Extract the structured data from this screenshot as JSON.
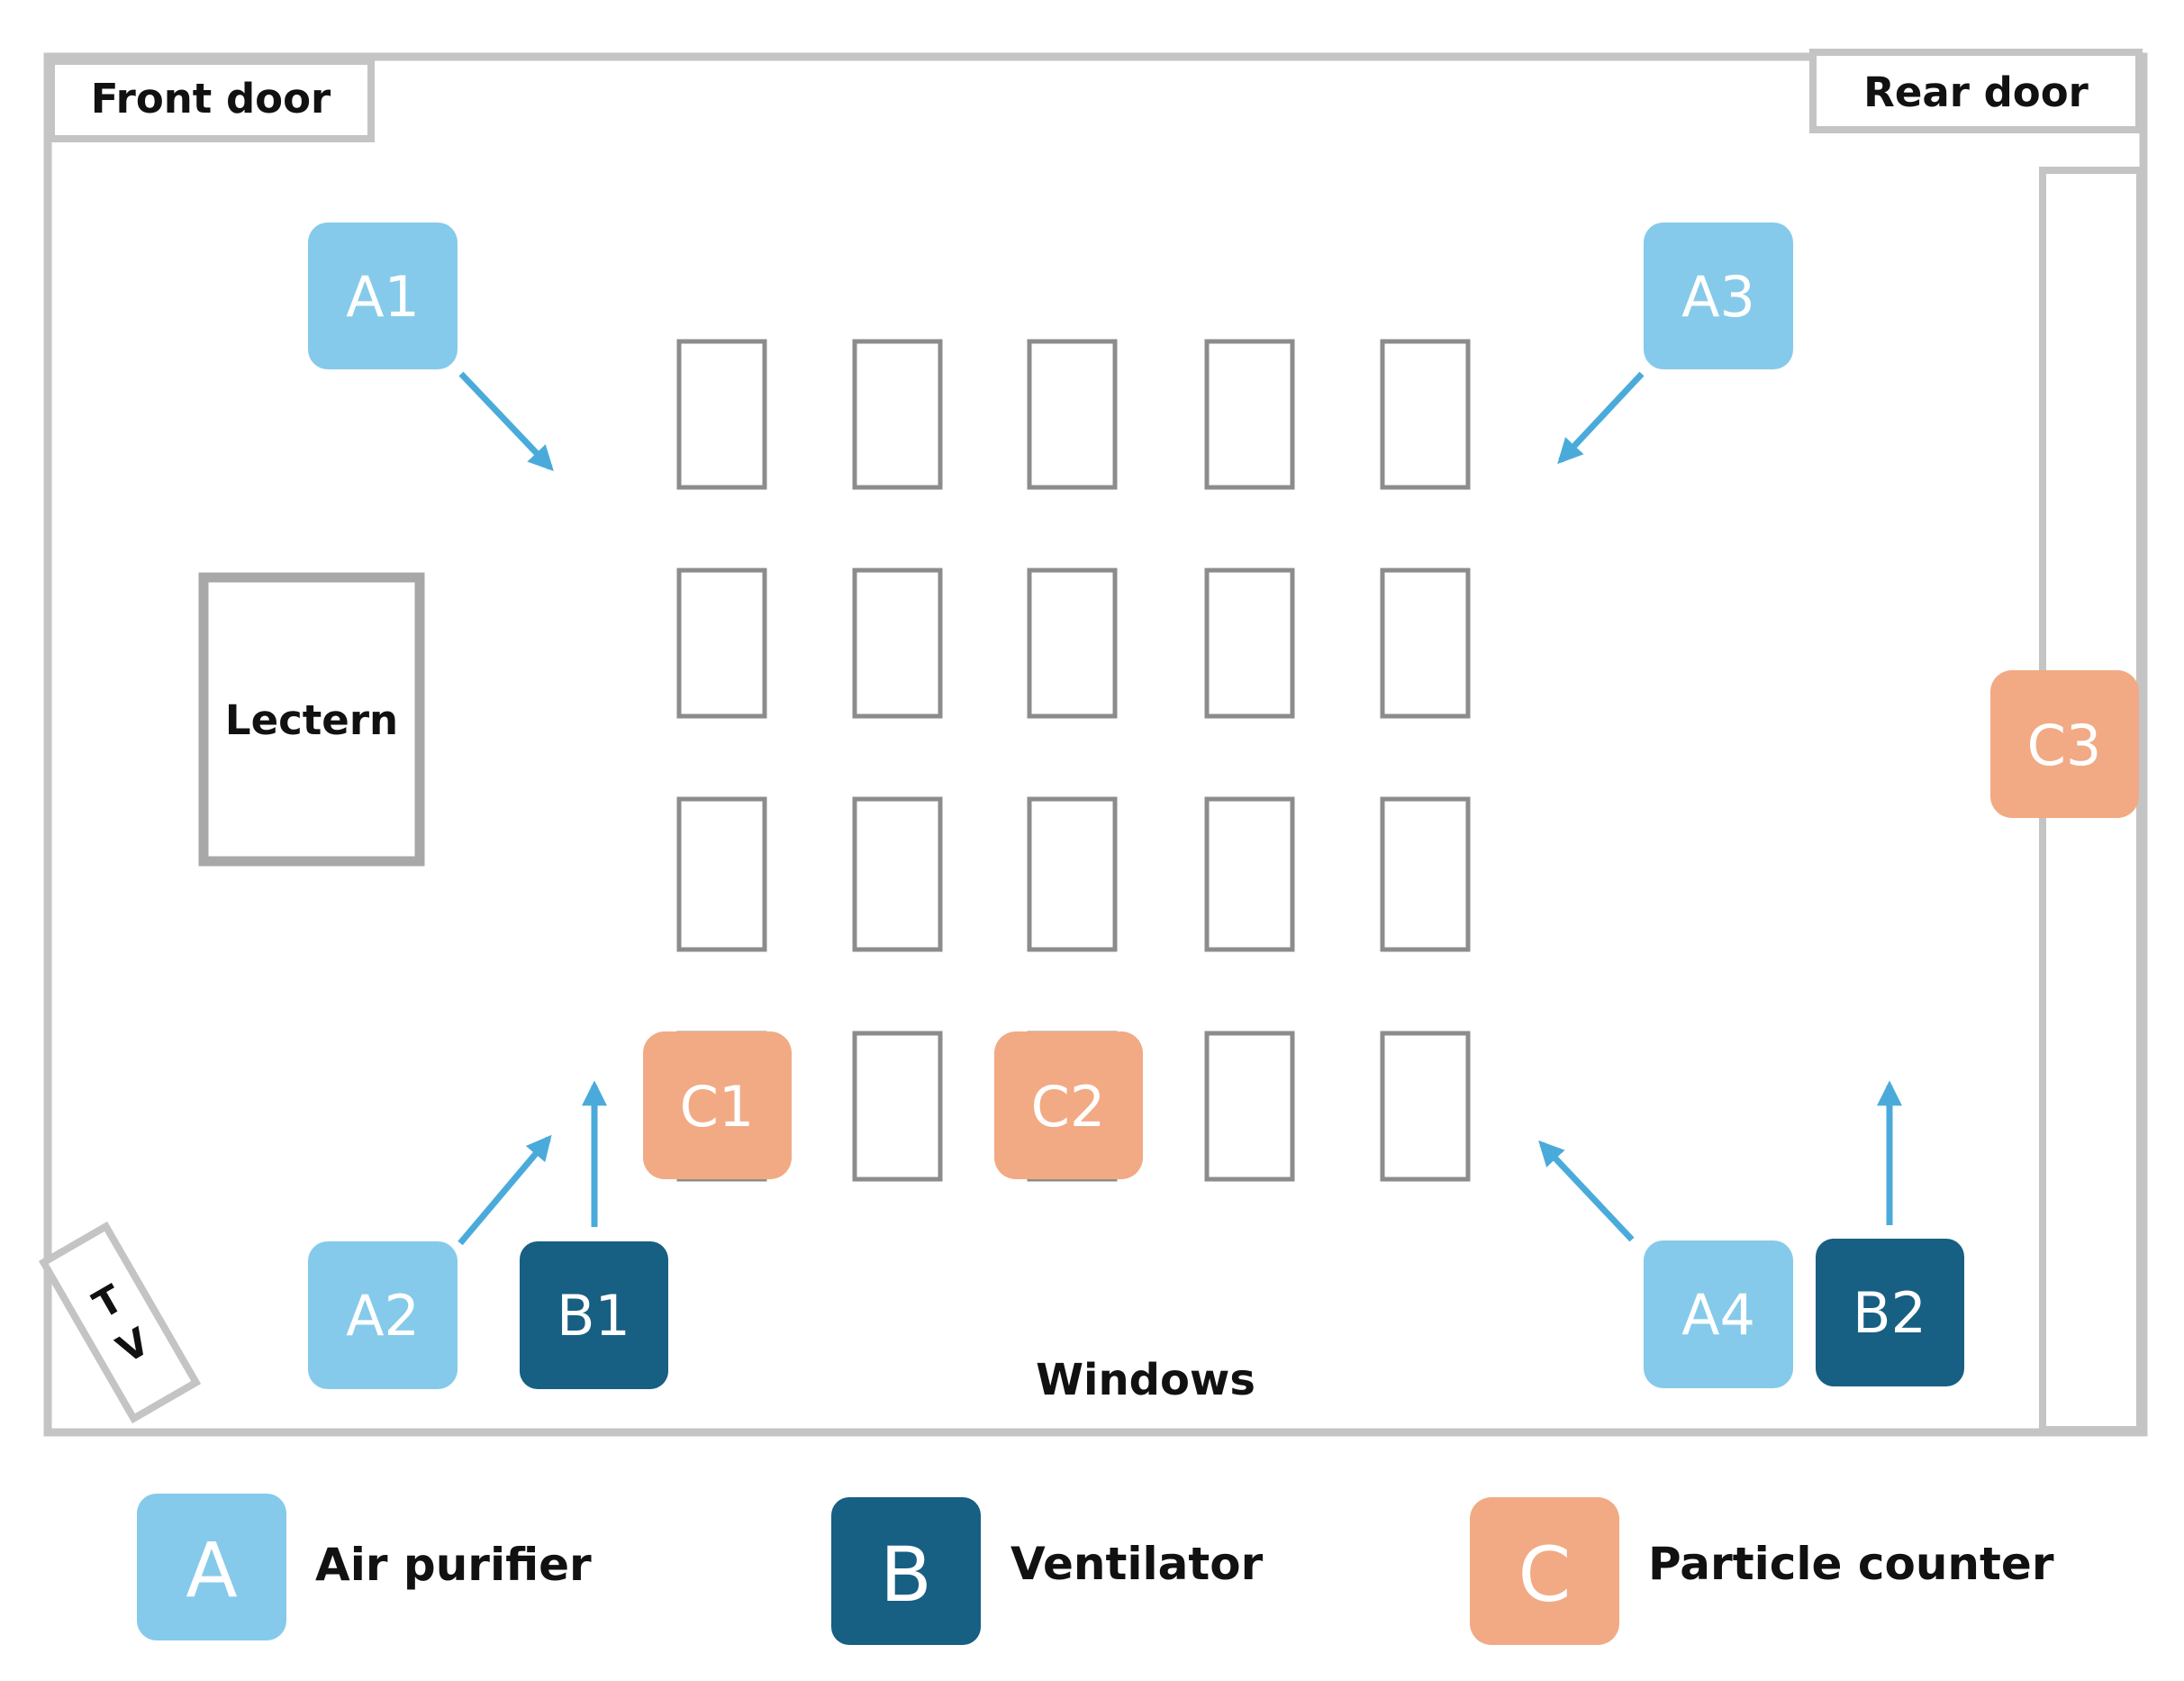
{
  "room": {
    "front_door": "Front door",
    "rear_door": "Rear door",
    "lectern": "Lectern",
    "windows": "Windows",
    "tv_top": "T",
    "tv_bottom": "V"
  },
  "devices": {
    "a1": "A1",
    "a2": "A2",
    "a3": "A3",
    "a4": "A4",
    "b1": "B1",
    "b2": "B2",
    "c1": "C1",
    "c2": "C2",
    "c3": "C3"
  },
  "legend": {
    "a_letter": "A",
    "a_label": "Air purifier",
    "b_letter": "B",
    "b_label": "Ventilator",
    "c_letter": "C",
    "c_label": "Particle counter"
  },
  "colors": {
    "air_purifier": "#85CAEA",
    "ventilator": "#175F83",
    "particle_counter": "#F1AA84",
    "arrow": "#4AABDB",
    "wall": "#C4C4C4",
    "desk": "#8C8C8C"
  }
}
